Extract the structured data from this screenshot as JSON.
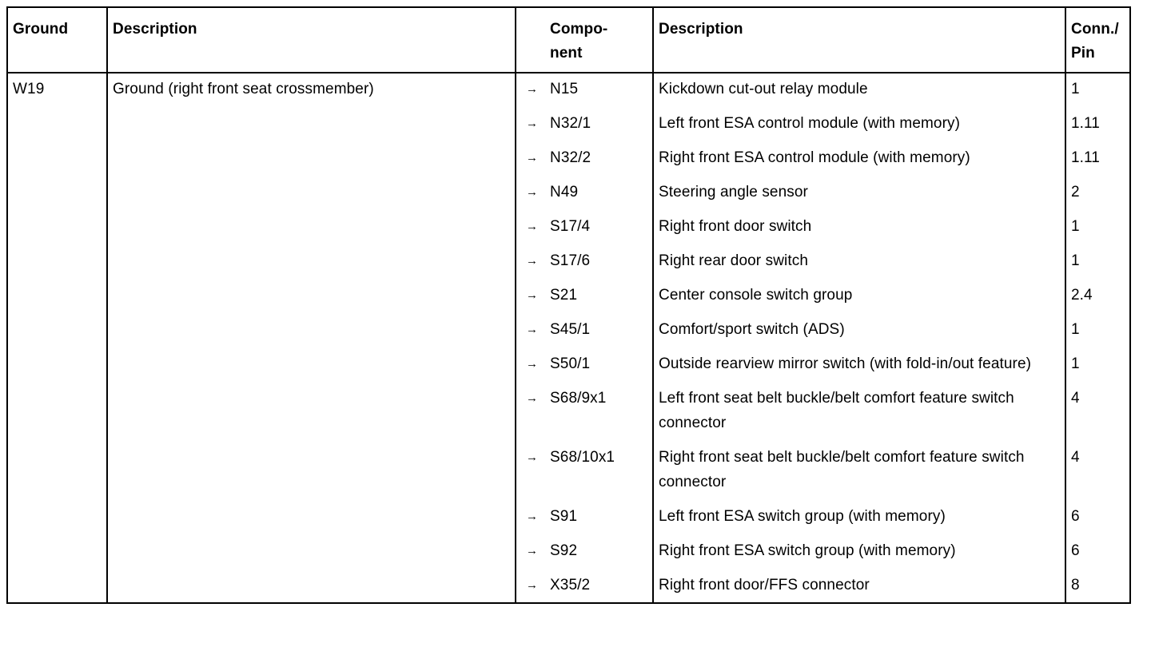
{
  "table": {
    "headers": {
      "ground": "Ground",
      "description": "Description",
      "component": "Compo-\nnent",
      "component_description": "Description",
      "conn_pin": "Conn./\nPin"
    },
    "ground_id": "W19",
    "ground_description": "Ground (right front seat crossmember)",
    "arrow_symbol": "→",
    "rows": [
      {
        "component": "N15",
        "description": "Kickdown cut-out relay module",
        "pin": "1"
      },
      {
        "component": "N32/1",
        "description": "Left front ESA control module (with memory)",
        "pin": "1.11"
      },
      {
        "component": "N32/2",
        "description": "Right front ESA control module (with memory)",
        "pin": "1.11"
      },
      {
        "component": "N49",
        "description": "Steering angle sensor",
        "pin": "2"
      },
      {
        "component": "S17/4",
        "description": "Right front door switch",
        "pin": "1"
      },
      {
        "component": "S17/6",
        "description": "Right rear door switch",
        "pin": "1"
      },
      {
        "component": "S21",
        "description": "Center console switch group",
        "pin": "2.4"
      },
      {
        "component": "S45/1",
        "description": "Comfort/sport switch (ADS)",
        "pin": "1"
      },
      {
        "component": "S50/1",
        "description": "Outside rearview mirror switch (with fold-in/out feature)",
        "pin": "1"
      },
      {
        "component": "S68/9x1",
        "description": "Left front seat belt buckle/belt comfort feature switch connector",
        "pin": "4"
      },
      {
        "component": "S68/10x1",
        "description": "Right front seat belt buckle/belt comfort feature switch connector",
        "pin": "4"
      },
      {
        "component": "S91",
        "description": "Left front ESA switch group (with memory)",
        "pin": "6"
      },
      {
        "component": "S92",
        "description": "Right front ESA switch group (with memory)",
        "pin": "6"
      },
      {
        "component": "X35/2",
        "description": "Right front door/FFS connector",
        "pin": "8"
      }
    ]
  }
}
